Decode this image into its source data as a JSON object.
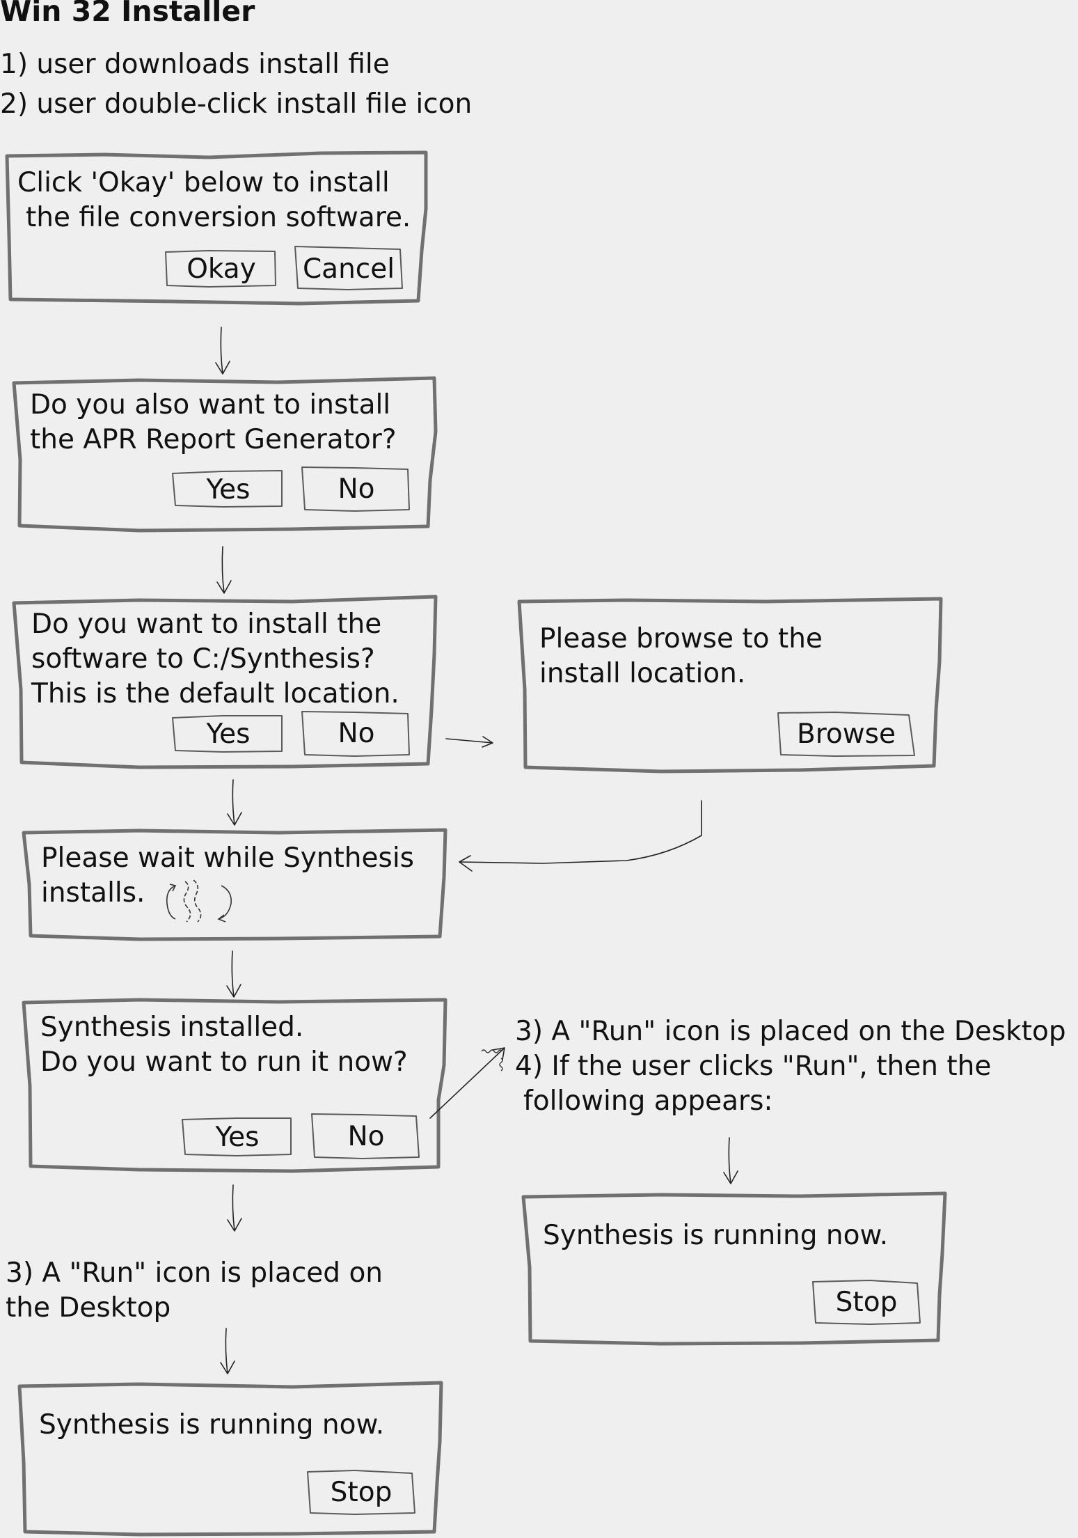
{
  "title": "Win 32 Installer",
  "steps": [
    "1) user downloads install file",
    "2) user double-click install file icon"
  ],
  "dialogs": {
    "okay_cancel": {
      "lines": [
        "Click 'Okay' below to install",
        "the file conversion software."
      ],
      "buttons": [
        "Okay",
        "Cancel"
      ]
    },
    "apr": {
      "lines": [
        "Do you also want to install",
        "the APR Report Generator?"
      ],
      "buttons": [
        "Yes",
        "No"
      ]
    },
    "location": {
      "lines": [
        "Do you want to install the",
        "software to C:/Synthesis?",
        "This is the default location."
      ],
      "buttons": [
        "Yes",
        "No"
      ]
    },
    "browse": {
      "lines": [
        "Please browse to the",
        "install location."
      ],
      "buttons": [
        "Browse"
      ]
    },
    "wait": {
      "lines": [
        "Please wait while Synthesis",
        "installs."
      ],
      "icon": "spinner-icon"
    },
    "installed": {
      "lines": [
        "Synthesis installed.",
        "Do you want to run it now?"
      ],
      "buttons": [
        "Yes",
        "No"
      ]
    },
    "running_right": {
      "lines": [
        "Synthesis is running now."
      ],
      "buttons": [
        "Stop"
      ]
    },
    "running_bottom": {
      "lines": [
        "Synthesis is running now."
      ],
      "buttons": [
        "Stop"
      ]
    }
  },
  "notes": {
    "left": [
      "3) A \"Run\" icon is placed on",
      "the Desktop"
    ],
    "right": [
      "3) A \"Run\" icon is placed on the Desktop",
      "4) If the user clicks \"Run\", then the",
      "following appears:"
    ]
  },
  "colors": {
    "background": "#efefef",
    "frame": "#707070",
    "text": "#111111"
  }
}
